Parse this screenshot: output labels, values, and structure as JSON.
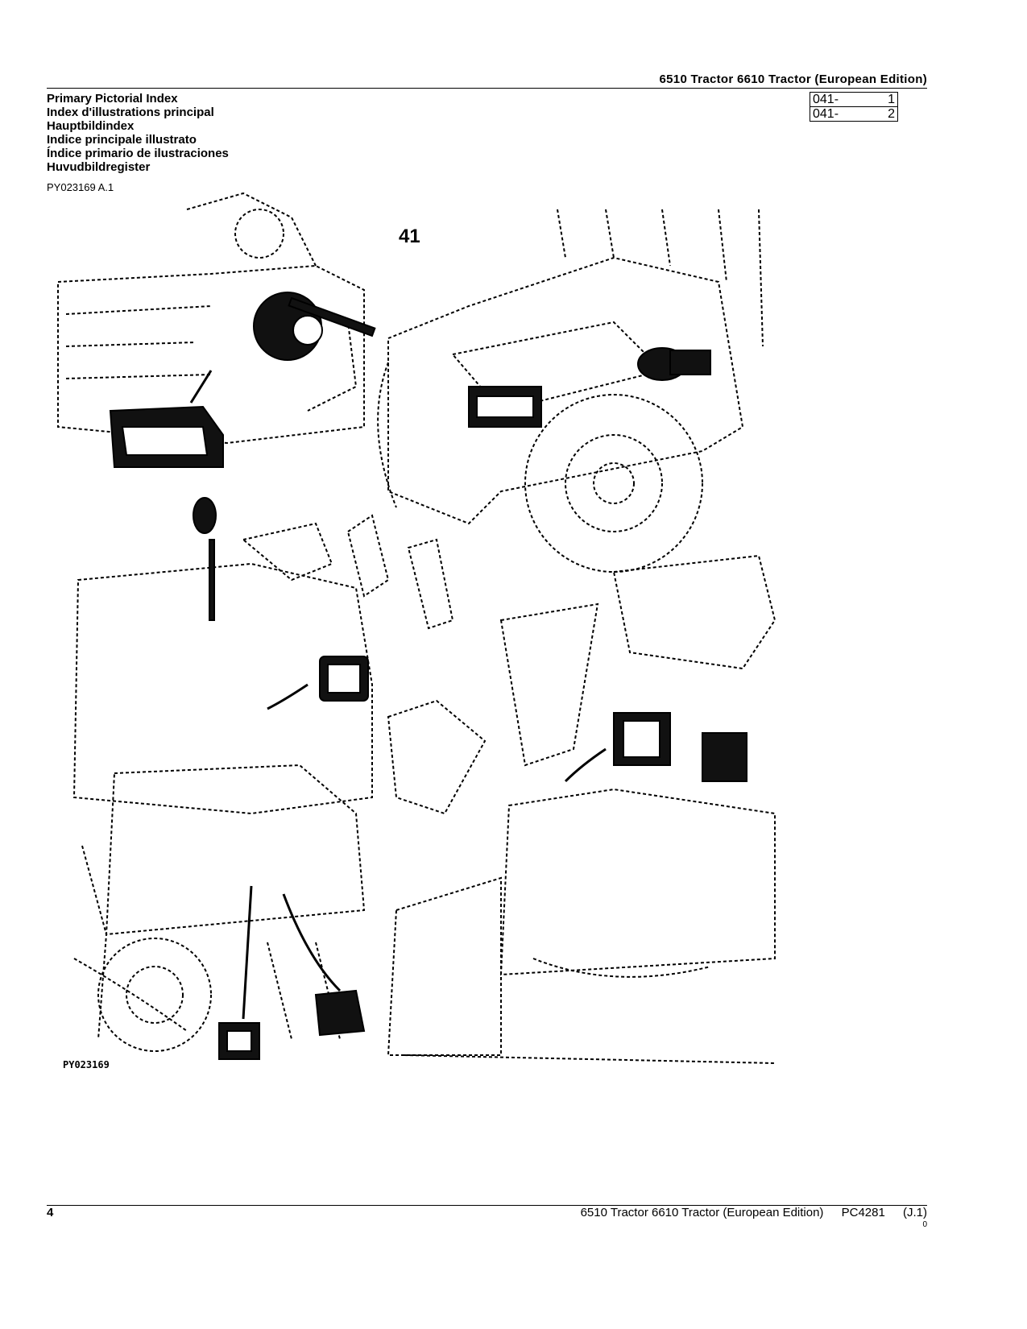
{
  "header": {
    "title": "6510 Tractor 6610 Tractor (European Edition)"
  },
  "titles": [
    "Primary Pictorial Index",
    "Index d'illustrations principal",
    "Hauptbildindex",
    "Indice principale illustrato",
    "Índice primario de ilustraciones",
    "Huvudbildregister"
  ],
  "figure_id": "PY023169 A.1",
  "references": [
    {
      "code": "041-",
      "page": "1"
    },
    {
      "code": "041-",
      "page": "2"
    }
  ],
  "illustration": {
    "section_number": "41",
    "drawing_code": "PY023169"
  },
  "footer": {
    "page_number": "4",
    "title": "6510 Tractor 6610 Tractor (European Edition)",
    "doc_code": "PC4281",
    "revision": "(J.1)",
    "small": "0"
  }
}
